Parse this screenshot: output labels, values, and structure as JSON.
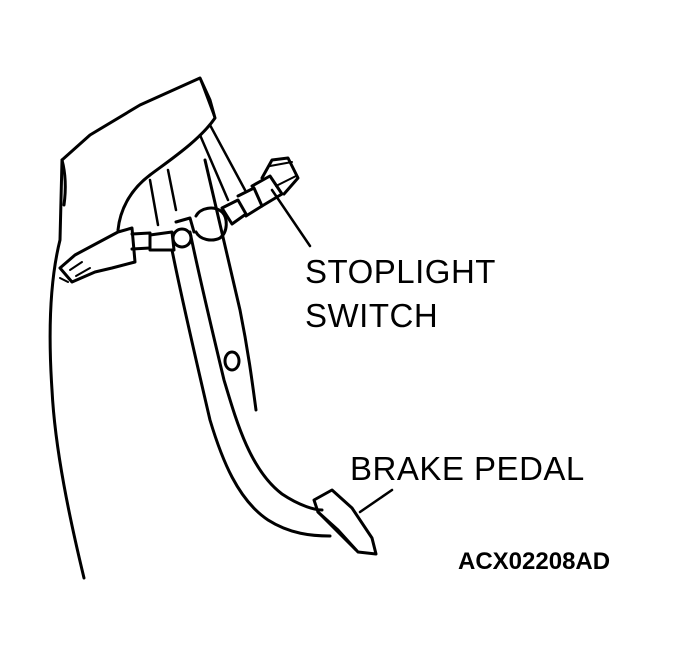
{
  "labels": {
    "stoplight_line1": "STOPLIGHT",
    "stoplight_line2": "SWITCH",
    "brake_pedal": "BRAKE PEDAL"
  },
  "figure_code": "ACX02208AD",
  "colors": {
    "line": "#000000",
    "background": "#ffffff"
  }
}
